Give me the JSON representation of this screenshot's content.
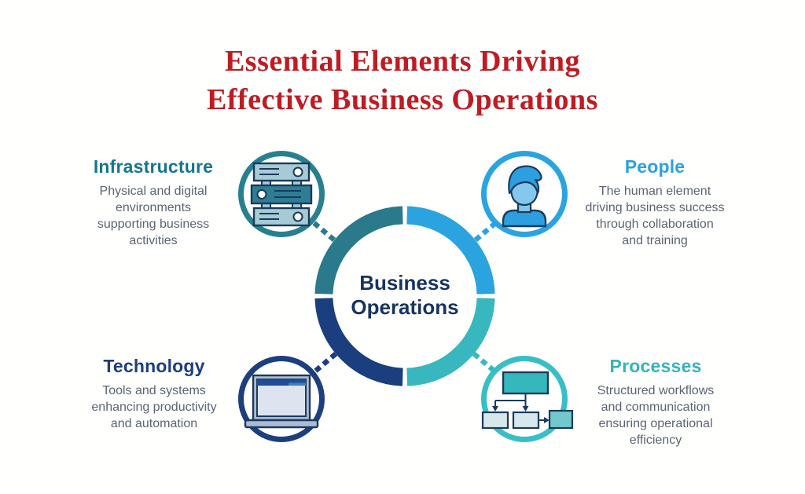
{
  "title": {
    "lines": [
      "Essential Elements Driving",
      "Effective Business Operations"
    ],
    "color": "#BE1C23"
  },
  "center": {
    "lines": [
      "Business",
      "Operations"
    ],
    "text_color": "#16345F"
  },
  "ring": {
    "segments": [
      {
        "name": "top-left-infrastructure",
        "color": "#2A7A8C"
      },
      {
        "name": "top-right-people",
        "color": "#2AA3DE"
      },
      {
        "name": "bottom-left-technology",
        "color": "#1B3F7E"
      },
      {
        "name": "bottom-right-processes",
        "color": "#38B8BE"
      }
    ]
  },
  "sections": [
    {
      "id": "infrastructure",
      "label": "Infrastructure",
      "description_lines": [
        "Physical and digital",
        "environments",
        "supporting business",
        "activities"
      ],
      "accent_color": "#17768A",
      "circle_color": "#27808F",
      "icon": "server-stack-icon",
      "position": "top-left"
    },
    {
      "id": "people",
      "label": "People",
      "description_lines": [
        "The human element",
        "driving business success",
        "through collaboration",
        "and training"
      ],
      "accent_color": "#2BA0E3",
      "circle_color": "#2AA4E0",
      "icon": "person-avatar-icon",
      "position": "top-right"
    },
    {
      "id": "technology",
      "label": "Technology",
      "description_lines": [
        "Tools and systems",
        "enhancing productivity",
        "and automation"
      ],
      "accent_color": "#1B3E7C",
      "circle_color": "#1C3F7D",
      "icon": "laptop-icon",
      "position": "bottom-left"
    },
    {
      "id": "processes",
      "label": "Processes",
      "description_lines": [
        "Structured workflows",
        "and communication",
        "ensuring operational",
        "efficiency"
      ],
      "accent_color": "#35B3BC",
      "circle_color": "#38BFC5",
      "icon": "flowchart-icon",
      "position": "bottom-right"
    }
  ],
  "description_text_color": "#5B6470"
}
